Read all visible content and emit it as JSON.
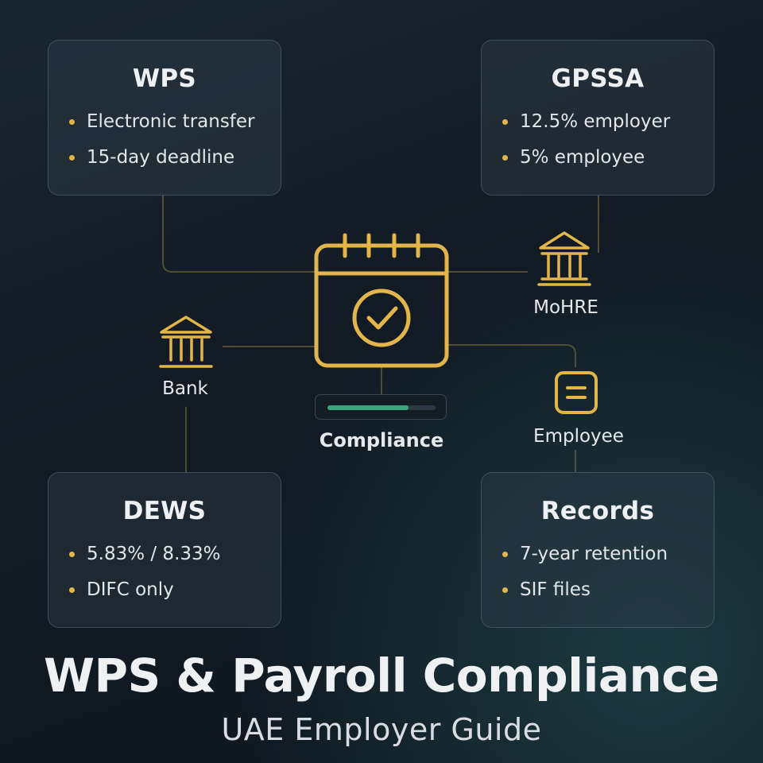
{
  "colors": {
    "accent": "#e2b449",
    "progress": "#3aa57a",
    "connector": "#5a5236"
  },
  "cards": {
    "wps": {
      "title": "WPS",
      "items": [
        "Electronic transfer",
        "15-day deadline"
      ]
    },
    "gpssa": {
      "title": "GPSSA",
      "items": [
        "12.5% employer",
        "5% employee"
      ]
    },
    "dews": {
      "title": "DEWS",
      "items": [
        "5.83% / 8.33%",
        "DIFC only"
      ]
    },
    "records": {
      "title": "Records",
      "items": [
        "7-year retention",
        "SIF files"
      ]
    }
  },
  "nodes": {
    "mohre": {
      "label": "MoHRE",
      "icon": "institution-building-icon"
    },
    "bank": {
      "label": "Bank",
      "icon": "bank-building-icon"
    },
    "employee": {
      "label": "Employee",
      "icon": "employee-document-icon"
    },
    "compliance": {
      "label": "Compliance",
      "icon": "calendar-check-icon",
      "progress_fraction": 0.75
    }
  },
  "title": "WPS & Payroll Compliance",
  "subtitle": "UAE Employer Guide"
}
